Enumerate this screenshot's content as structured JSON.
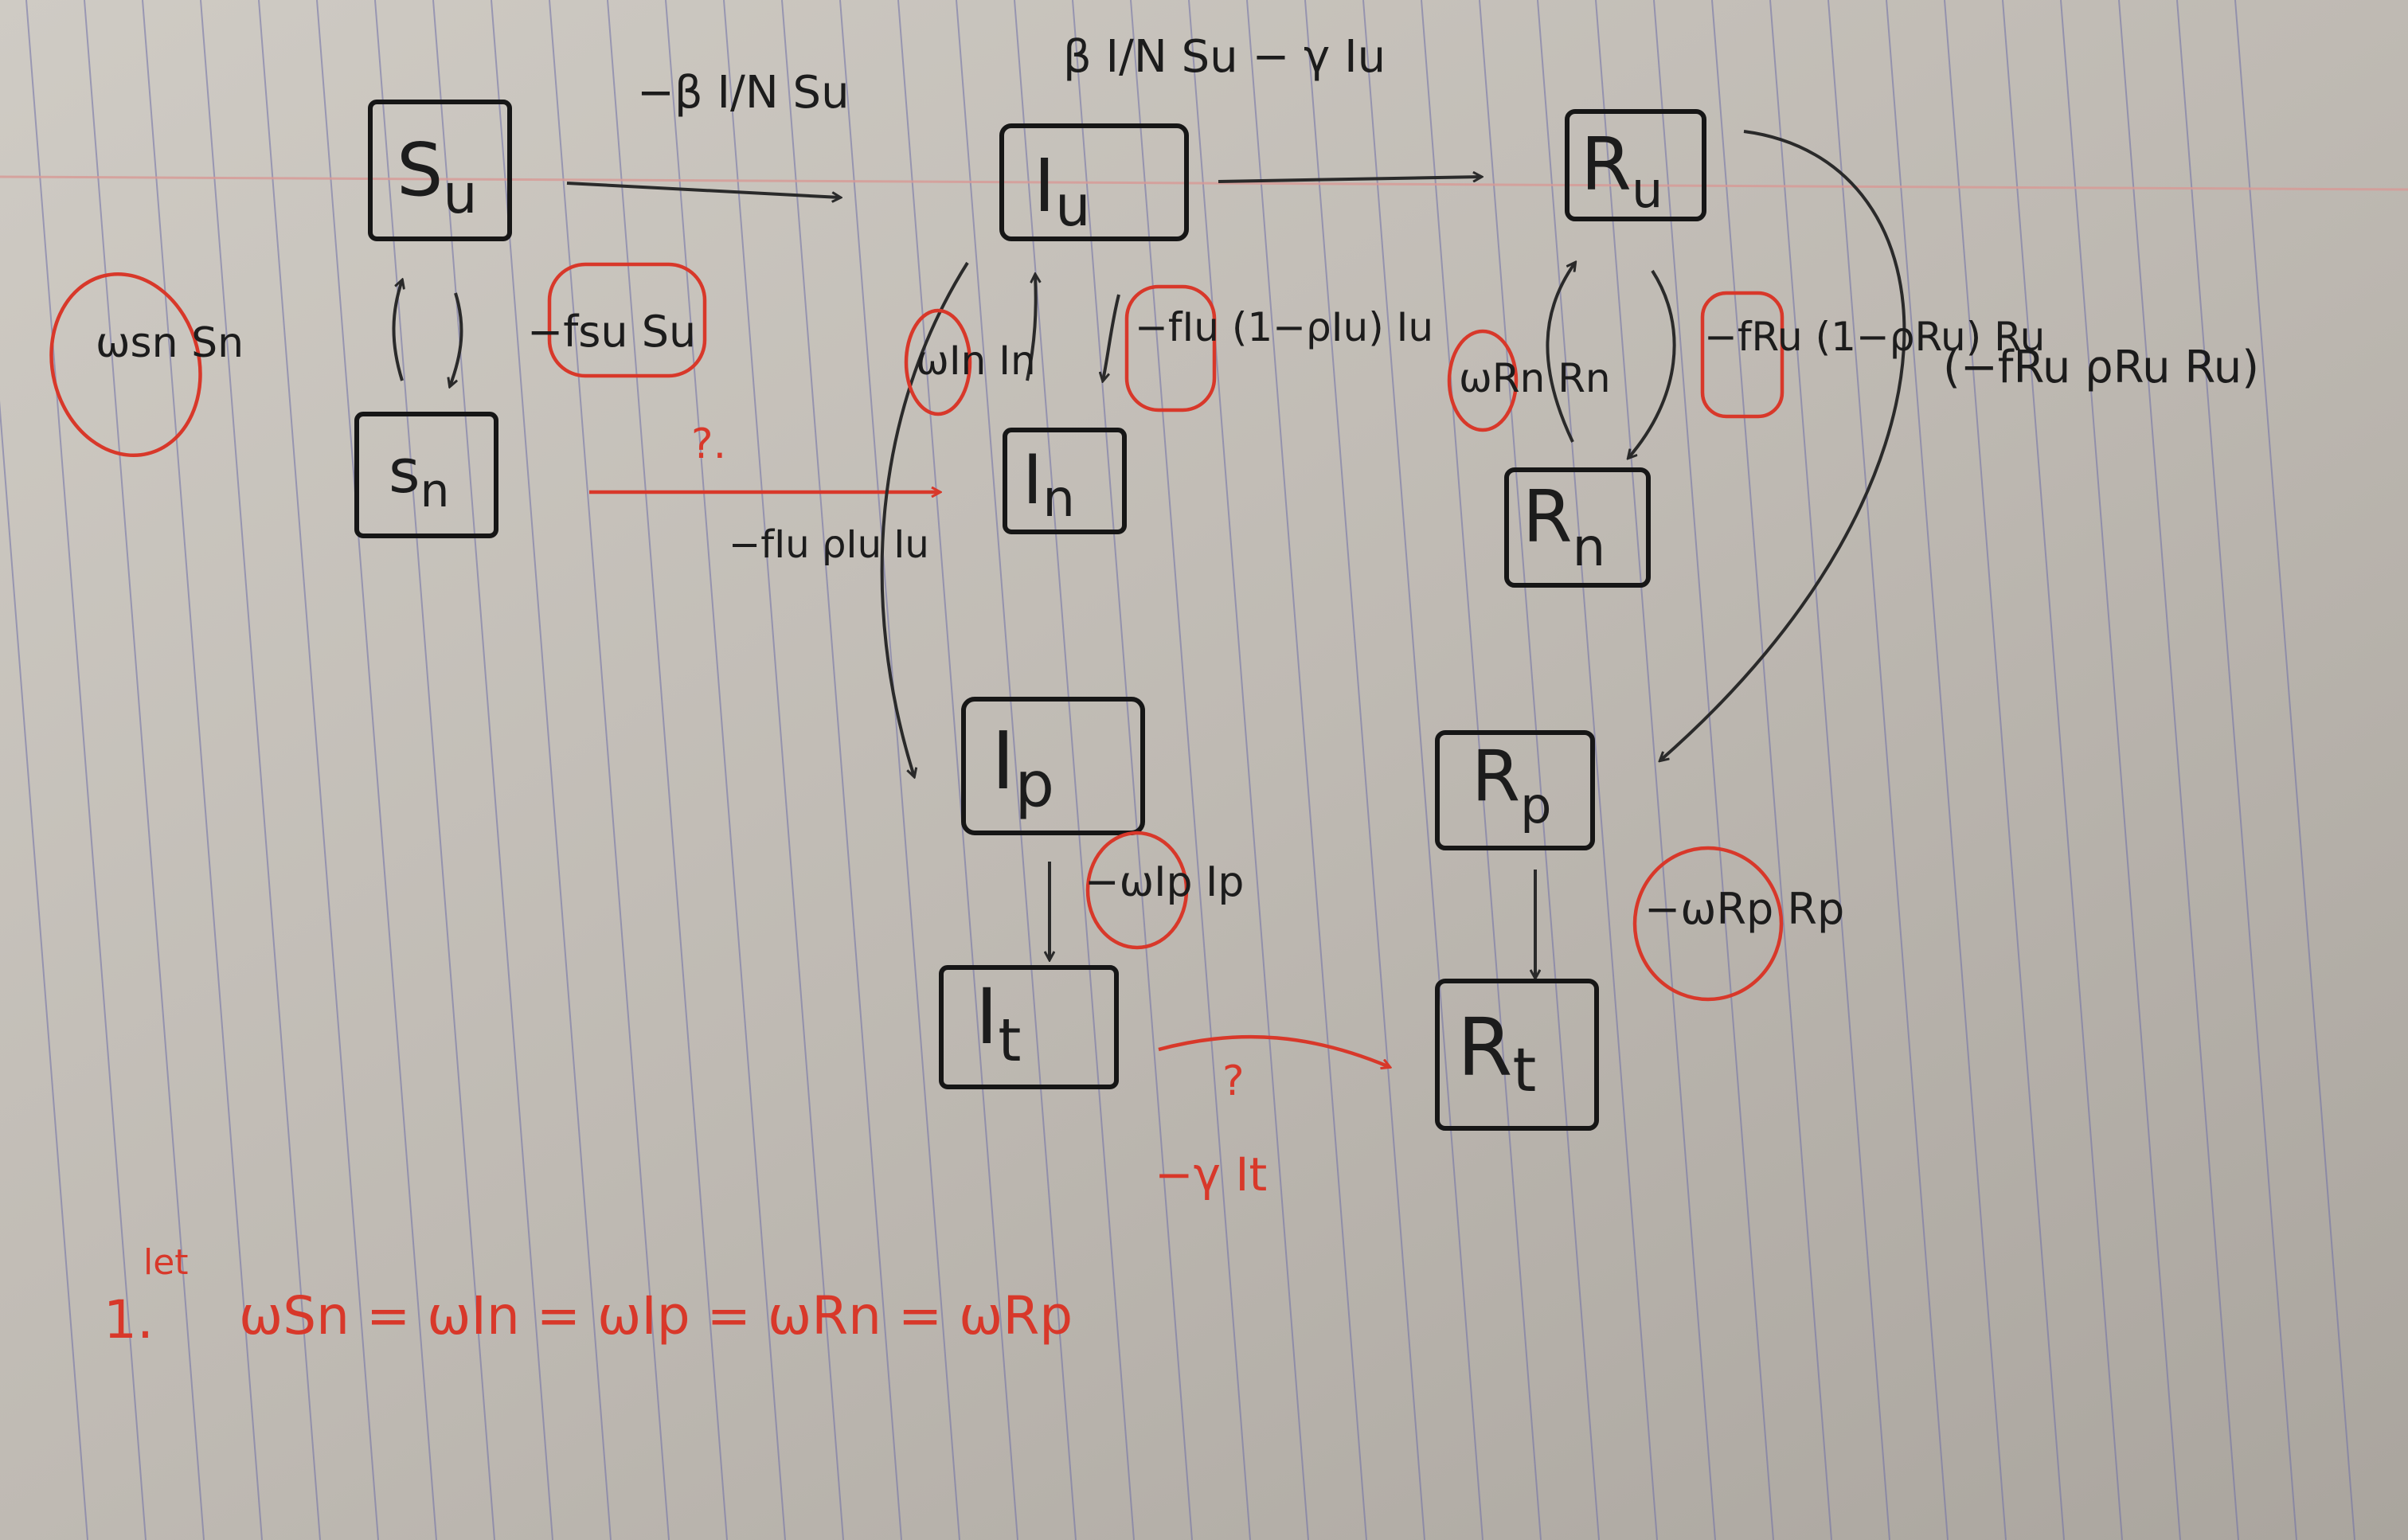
{
  "compartments": {
    "su": {
      "main": "S",
      "sub": "u"
    },
    "sn": {
      "main": "s",
      "sub": "n"
    },
    "iu": {
      "main": "I",
      "sub": "u"
    },
    "in": {
      "main": "I",
      "sub": "n"
    },
    "ip": {
      "main": "I",
      "sub": "p"
    },
    "it": {
      "main": "I",
      "sub": "t"
    },
    "ru": {
      "main": "R",
      "sub": "u"
    },
    "rn": {
      "main": "R",
      "sub": "n"
    },
    "rp": {
      "main": "R",
      "sub": "p"
    },
    "rt": {
      "main": "R",
      "sub": "t"
    }
  },
  "rates": {
    "su_to_iu": "−β I/N Su",
    "iu_to_ru": "β I/N Su − γ Iu",
    "su_to_sn": "−fsu Su",
    "sn_to_su": "ωsn Sn",
    "sn_to_in_question": "?.",
    "iu_to_ip": "−fIu ρIu Iu",
    "in_to_iu": "ωIn In",
    "iu_to_in": "−fIu (1−ρIu) Iu",
    "rn_to_ru": "ωRn Rn",
    "ru_to_rn": "−fRu (1−ρRu) Ru",
    "ru_to_rp": "(−fRu ρRu Ru)",
    "ip_to_it": "−ωIp Ip",
    "rp_to_rt": "−ωRp Rp",
    "it_to_rt_question": "?",
    "it_to_rt": "−γ It"
  },
  "note": {
    "number": "1.",
    "word": "let",
    "equation": "ωSn = ωIn = ωIp = ωRn = ωRp"
  },
  "colors": {
    "paper": "#b9b4ad",
    "ruled_line": "#6f6fa6",
    "margin_line": "#d89a96",
    "ink": "#1c1c1c",
    "red_ink": "#d8382a"
  }
}
